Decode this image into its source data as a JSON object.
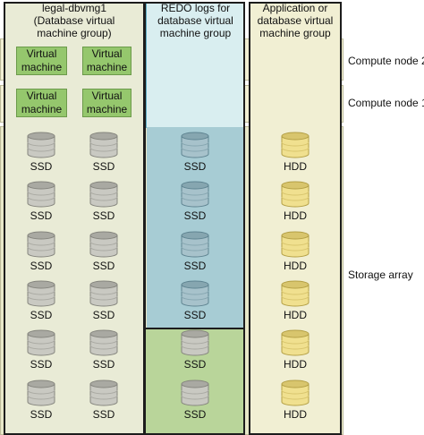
{
  "columns": {
    "legal": {
      "title": "legal-dbvmg1\n(Database virtual\nmachine group)"
    },
    "redo": {
      "title": "REDO logs for\ndatabase virtual\nmachine group"
    },
    "app": {
      "title": "Application or\ndatabase virtual\nmachine group"
    }
  },
  "rows": {
    "node2": {
      "label": "Compute node 2"
    },
    "node1": {
      "label": "Compute node 1"
    },
    "storage": {
      "label": "Storage array"
    }
  },
  "vms": {
    "node2": [
      "Virtual\nmachine",
      "Virtual\nmachine"
    ],
    "node1": [
      "Virtual\nmachine",
      "Virtual\nmachine"
    ]
  },
  "disks": {
    "legal": [
      "SSD",
      "SSD",
      "SSD",
      "SSD",
      "SSD",
      "SSD",
      "SSD",
      "SSD",
      "SSD",
      "SSD",
      "SSD",
      "SSD"
    ],
    "redo": [
      "SSD",
      "SSD",
      "SSD",
      "SSD",
      "SSD",
      "SSD"
    ],
    "app": [
      "HDD",
      "HDD",
      "HDD",
      "HDD",
      "HDD",
      "HDD"
    ]
  },
  "colors": {
    "vm_fill": "#95c76d",
    "ssd_gray": "#c9c9c2",
    "ssd_blue": "#a7c2cb",
    "hdd_yellow": "#f0e08f",
    "redo_fill": "#a7ccd4",
    "band_fill": "#f1efd3"
  },
  "icons": {
    "disk": "disk-cylinder-icon"
  }
}
